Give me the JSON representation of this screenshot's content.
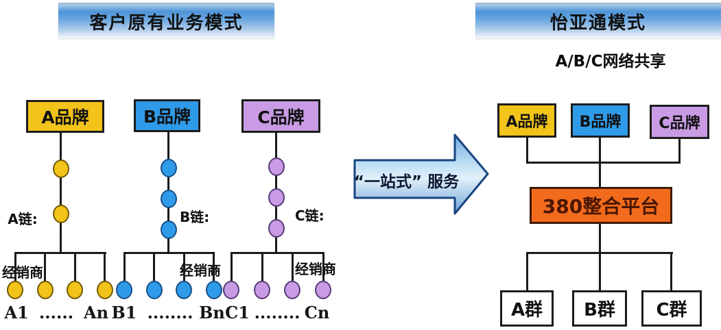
{
  "colors": {
    "brand_yellow": "#F2C318",
    "brand_blue": "#2F9BE8",
    "brand_purple": "#C89BE4",
    "platform_orange": "#F26B1D",
    "header_blue": "#5B9BD5",
    "line": "#1A1A1A"
  },
  "left_panel": {
    "header": "客户原有业务模式",
    "brands": [
      {
        "label": "A品牌"
      },
      {
        "label": "B品牌"
      },
      {
        "label": "C品牌"
      }
    ],
    "chains": [
      {
        "name": "A",
        "label_line1": "A链:",
        "label_line2": "经销商",
        "nodes": 2,
        "leaf_nodes": 4
      },
      {
        "name": "B",
        "label_line1": "B链:",
        "label_line2": "经销商",
        "nodes": 3,
        "leaf_nodes": 4
      },
      {
        "name": "C",
        "label_line1": "C链:",
        "label_line2": "经销商",
        "nodes": 3,
        "leaf_nodes": 4
      }
    ],
    "leaf_labels": [
      {
        "text": "A1"
      },
      {
        "text": "......"
      },
      {
        "text": "An"
      },
      {
        "text": "B1"
      },
      {
        "text": "........"
      },
      {
        "text": "Bn"
      },
      {
        "text": "C1"
      },
      {
        "text": "........"
      },
      {
        "text": "Cn"
      }
    ]
  },
  "arrow": {
    "label": "“一站式” 服务"
  },
  "right_panel": {
    "header": "怡亚通模式",
    "subtitle": "A/B/C网络共享",
    "brands": [
      {
        "label": "A品牌"
      },
      {
        "label": "B品牌"
      },
      {
        "label": "C品牌"
      }
    ],
    "platform_label": "380整合平台",
    "groups": [
      {
        "label": "A群"
      },
      {
        "label": "B群"
      },
      {
        "label": "C群"
      }
    ]
  }
}
